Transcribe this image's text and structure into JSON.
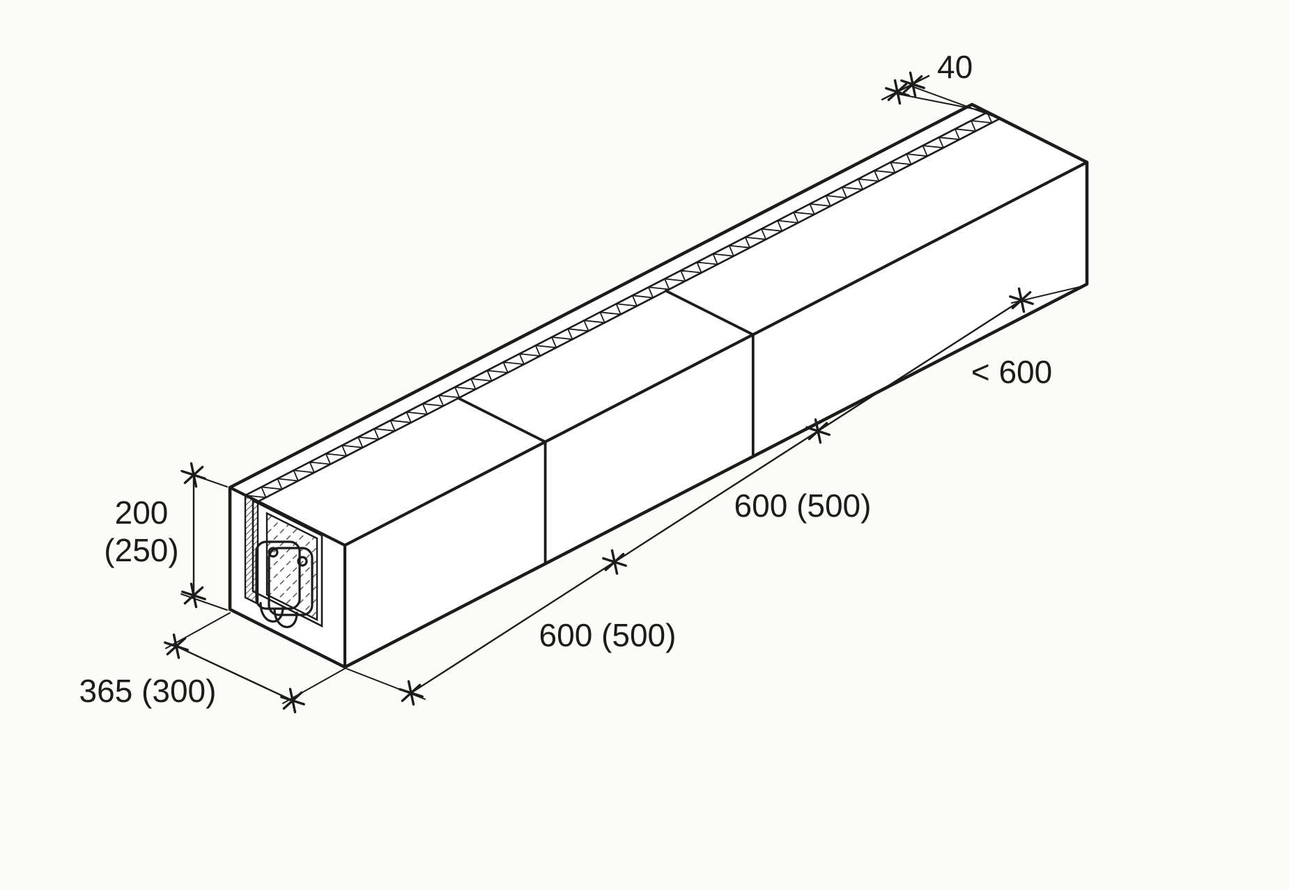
{
  "figure": {
    "background": "#fbfbf8",
    "line_color": "#1c1c1c"
  },
  "dimensions": {
    "strip_width": {
      "label": "40"
    },
    "length_far": {
      "label": "< 600"
    },
    "length_mid": {
      "label": "600 (500)"
    },
    "length_near": {
      "label": "600 (500)"
    },
    "height": {
      "label_line1": "200",
      "label_line2": "(250)"
    },
    "width": {
      "label": "365 (300)"
    }
  }
}
